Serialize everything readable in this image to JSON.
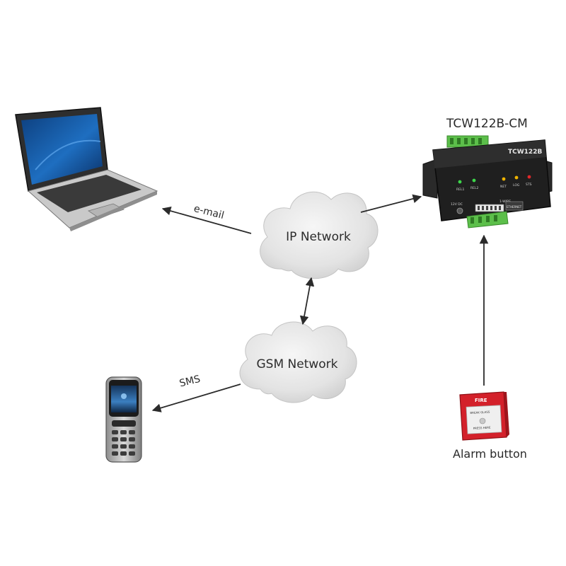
{
  "diagram": {
    "device": {
      "label": "TCW122B-CM",
      "model_text": "TCW122B",
      "led_labels": [
        "REL1",
        "REL2",
        "NET",
        "LOG",
        "STS"
      ],
      "power_text": "12V DC",
      "port_text": "ETHERNET",
      "wire_text": "1-WIRE"
    },
    "ip_cloud": {
      "label": "IP Network"
    },
    "gsm_cloud": {
      "label": "GSM Network"
    },
    "email_edge": {
      "label": "e-mail"
    },
    "sms_edge": {
      "label": "SMS"
    },
    "alarm": {
      "label": "Alarm button",
      "sign_title": "FIRE",
      "sign_line1": "BREAK GLASS",
      "sign_line2": "PRESS HERE"
    },
    "colors": {
      "cloud_fill": "#e6e6e6",
      "arrow": "#2b2b2b",
      "device_body": "#1f1f1f",
      "terminal_green": "#5cbf4a",
      "alarm_red": "#d3202a",
      "laptop_screen": "#1a5fa8"
    }
  }
}
